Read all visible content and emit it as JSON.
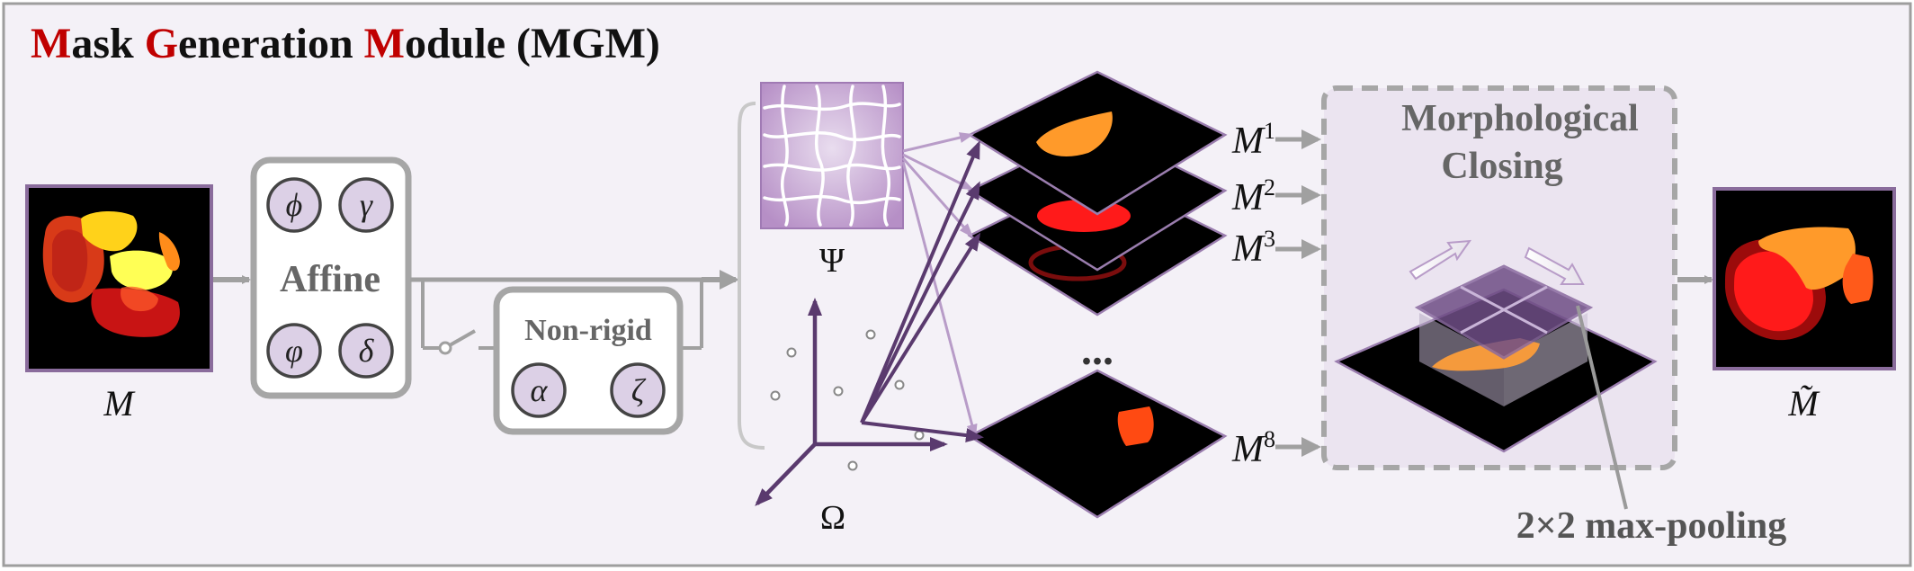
{
  "title": {
    "m1": "M",
    "r1": "ask ",
    "g": "G",
    "r2": "eneration ",
    "m2": "M",
    "r3": "odule (MGM)",
    "accent_color": "#c00000",
    "text_color": "#111111"
  },
  "input_label": "M",
  "affine": {
    "label": "Affine",
    "params": [
      "ϕ",
      "γ",
      "φ",
      "δ"
    ]
  },
  "nonrigid": {
    "label": "Non-rigid",
    "params": [
      "α",
      "ζ"
    ]
  },
  "psi_label": "Ψ",
  "omega_label": "Ω",
  "ellipsis": "...",
  "mask_labels": [
    {
      "base": "M",
      "sup": "1"
    },
    {
      "base": "M",
      "sup": "2"
    },
    {
      "base": "M",
      "sup": "3"
    },
    {
      "base": "M",
      "sup": "8"
    }
  ],
  "morph": {
    "line1": "Morphological",
    "line2": "Closing"
  },
  "pooling_label": "2×2 max-pooling",
  "output_label": "M̃",
  "colors": {
    "panel_bg": "#f4f1f7",
    "frame": "#9e9e9e",
    "purple": "#5a3a6e",
    "light_purple": "#b89cc8",
    "arrow_gray": "#a0a0a0",
    "param_fill": "#dcd0e6",
    "morph_bg": "#ebe4f0",
    "gray_text": "#555555"
  }
}
